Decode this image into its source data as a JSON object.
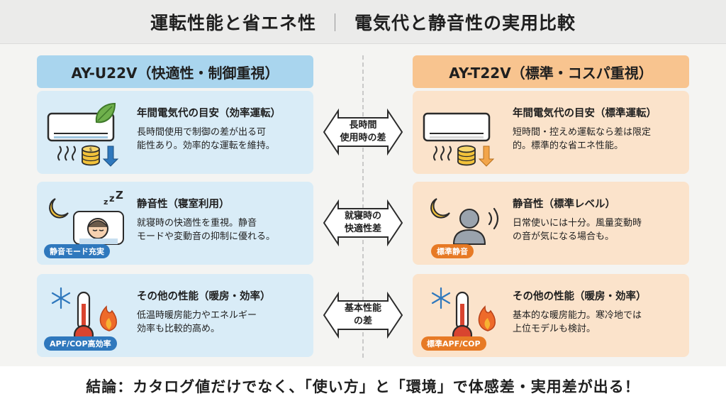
{
  "header": {
    "title_left": "運転性能と省エネ性",
    "separator": "｜",
    "title_right": "電気代と静音性の実用比較"
  },
  "left": {
    "title": "AY-U22V（快適性・制御重視）",
    "cards": [
      {
        "title": "年間電気代の目安（効率運転）",
        "desc1": "長時間使用で制御の差が出る可",
        "desc2": "能性あり。効率的な運転を維持。"
      },
      {
        "title": "静音性（寝室利用）",
        "desc1": "就寝時の快適性を重視。静音",
        "desc2": "モードや変動音の抑制に優れる。",
        "badge": "静音モード充実"
      },
      {
        "title": "その他の性能（暖房・効率）",
        "desc1": "低温時暖房能力やエネルギー",
        "desc2": "効率も比較的高め。",
        "badge": "APF/COP高効率"
      }
    ]
  },
  "right": {
    "title": "AY-T22V（標準・コスパ重視）",
    "cards": [
      {
        "title": "年間電気代の目安（標準運転）",
        "desc1": "短時間・控えめ運転なら差は限定",
        "desc2": "的。標準的な省エネ性能。"
      },
      {
        "title": "静音性（標準レベル）",
        "desc1": "日常使いには十分。風量変動時",
        "desc2": "の音が気になる場合も。",
        "badge": "標準静音"
      },
      {
        "title": "その他の性能（暖房・効率）",
        "desc1": "基本的な暖房能力。寒冷地では",
        "desc2": "上位モデルも検討。",
        "badge": "標準APF/COP"
      }
    ]
  },
  "middle": [
    {
      "line1": "長時間",
      "line2": "使用時の差"
    },
    {
      "line1": "就寝時の",
      "line2": "快適性差"
    },
    {
      "line1": "基本性能",
      "line2": "の差"
    }
  ],
  "footer": {
    "conclusion": "結論：カタログ値だけでなく、「使い方」と「環境」で体感差・実用差が出る！"
  },
  "colors": {
    "left_header": "#a9d5ee",
    "left_card": "#d9ecf7",
    "right_header": "#f8c48f",
    "right_card": "#fbe3cb",
    "badge_blue": "#2f78bd",
    "badge_orange": "#e77a25"
  },
  "icons": [
    "air-conditioner-icon",
    "leaf-icon",
    "coin-stack-icon",
    "down-arrow-icon",
    "moon-icon",
    "sleeping-person-icon",
    "person-icon",
    "sound-wave-icon",
    "snowflake-icon",
    "thermometer-icon",
    "flame-icon"
  ]
}
